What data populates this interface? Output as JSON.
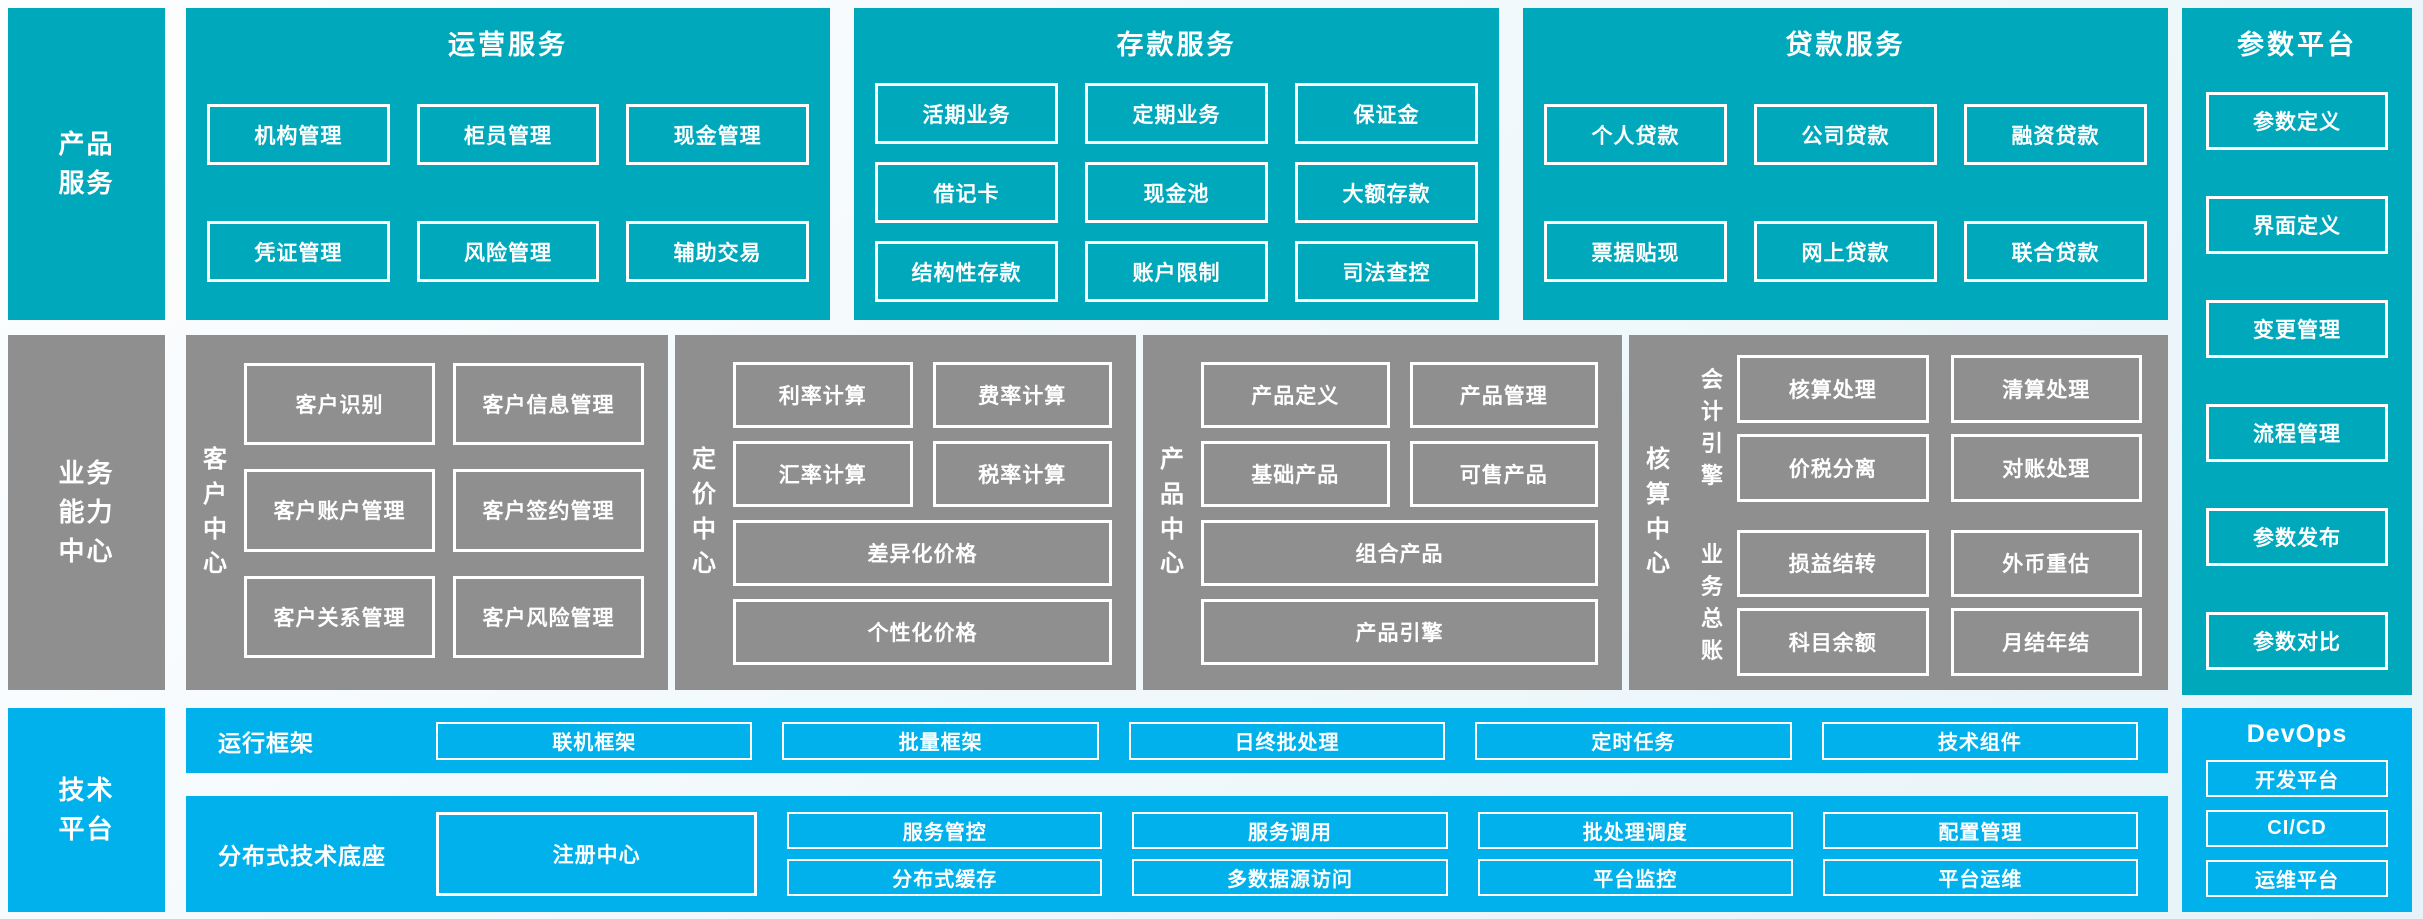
{
  "palette": {
    "teal": "#00A8BC",
    "gray": "#8F8F8F",
    "blue": "#00B1EC",
    "box_border": "#FFFFFF"
  },
  "left_rail": {
    "product_services": "产品\n服务",
    "business_capability": "业务\n能力\n中心",
    "tech_platform": "技术\n平台"
  },
  "operations": {
    "title": "运营服务",
    "rows": [
      [
        "机构管理",
        "柜员管理",
        "现金管理"
      ],
      [
        "凭证管理",
        "风险管理",
        "辅助交易"
      ]
    ]
  },
  "deposits": {
    "title": "存款服务",
    "rows": [
      [
        "活期业务",
        "定期业务",
        "保证金"
      ],
      [
        "借记卡",
        "现金池",
        "大额存款"
      ],
      [
        "结构性存款",
        "账户限制",
        "司法查控"
      ]
    ]
  },
  "loans": {
    "title": "贷款服务",
    "rows": [
      [
        "个人贷款",
        "公司贷款",
        "融资贷款"
      ],
      [
        "票据贴现",
        "网上贷款",
        "联合贷款"
      ]
    ]
  },
  "param_platform": {
    "title": "参数平台",
    "items": [
      "参数定义",
      "界面定义",
      "变更管理",
      "流程管理",
      "参数发布",
      "参数对比"
    ]
  },
  "customer_center": {
    "label": "客户中心",
    "rows": [
      [
        "客户识别",
        "客户信息管理"
      ],
      [
        "客户账户管理",
        "客户签约管理"
      ],
      [
        "客户关系管理",
        "客户风险管理"
      ]
    ]
  },
  "pricing_center": {
    "label": "定价中心",
    "pairs": [
      [
        "利率计算",
        "费率计算"
      ],
      [
        "汇率计算",
        "税率计算"
      ]
    ],
    "wide": [
      "差异化价格",
      "个性化价格"
    ]
  },
  "product_center": {
    "label": "产品中心",
    "pairs": [
      [
        "产品定义",
        "产品管理"
      ],
      [
        "基础产品",
        "可售产品"
      ]
    ],
    "wide": [
      "组合产品",
      "产品引擎"
    ]
  },
  "accounting_center": {
    "label": "核算中心",
    "groups": [
      {
        "label": "会计引擎",
        "rows": [
          [
            "核算处理",
            "清算处理"
          ],
          [
            "价税分离",
            "对账处理"
          ]
        ]
      },
      {
        "label": "业务总账",
        "rows": [
          [
            "损益结转",
            "外币重估"
          ],
          [
            "科目余额",
            "月结年结"
          ]
        ]
      }
    ]
  },
  "runtime_framework": {
    "label": "运行框架",
    "items": [
      "联机框架",
      "批量框架",
      "日终批处理",
      "定时任务",
      "技术组件"
    ]
  },
  "distributed_base": {
    "label": "分布式技术底座",
    "registry": "注册中心",
    "columns": [
      [
        "服务管控",
        "分布式缓存"
      ],
      [
        "服务调用",
        "多数据源访问"
      ],
      [
        "批处理调度",
        "平台监控"
      ],
      [
        "配置管理",
        "平台运维"
      ]
    ]
  },
  "devops": {
    "title": "DevOps",
    "items": [
      "开发平台",
      "CI/CD",
      "运维平台"
    ]
  }
}
